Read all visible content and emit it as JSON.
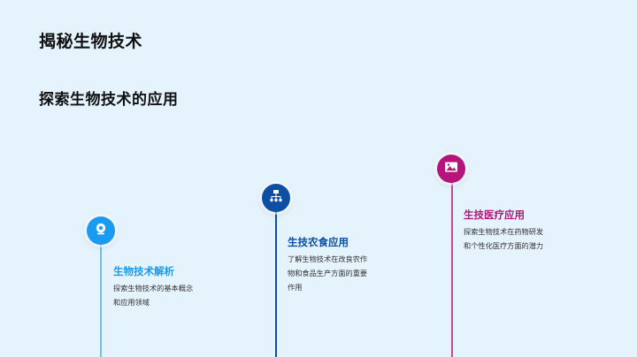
{
  "slide": {
    "title": "揭秘生物技术",
    "subtitle": "探索生物技术的应用"
  },
  "timeline": [
    {
      "icon": "webcam-icon",
      "color": "#1a9bf0",
      "title": "生物技术解析",
      "description": "探索生物技术的基本概念和应用领域"
    },
    {
      "icon": "sitemap-icon",
      "color": "#0d4fa3",
      "title": "生技农食应用",
      "description": "了解生物技术在改良农作物和食品生产方面的重要作用"
    },
    {
      "icon": "image-icon",
      "color": "#b5157a",
      "title": "生技医疗应用",
      "description": "探索生物技术在药物研发和个性化医疗方面的潜力"
    }
  ]
}
